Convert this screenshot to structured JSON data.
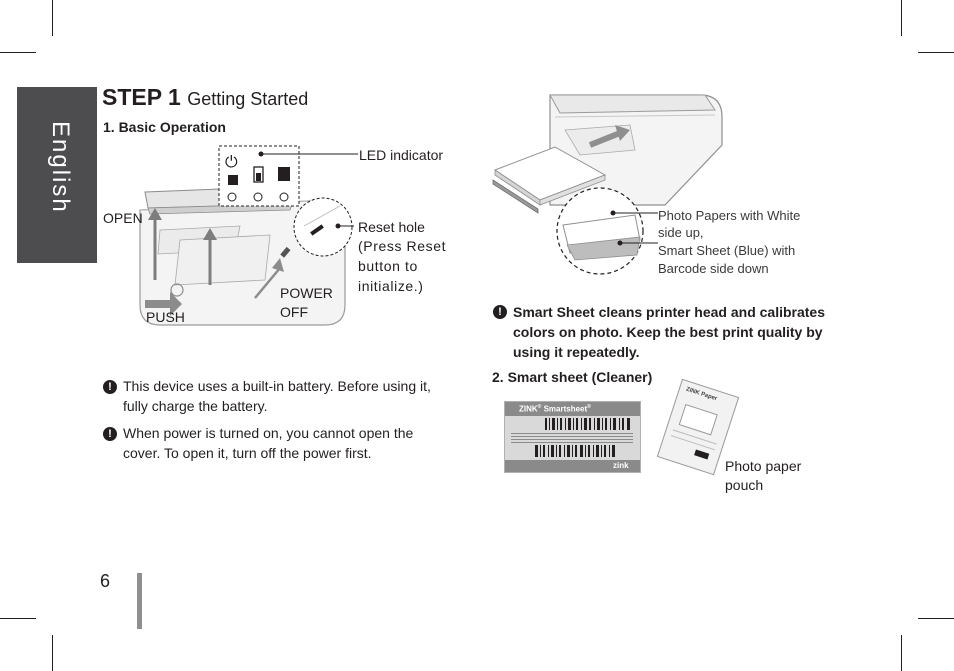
{
  "side_tab": {
    "label": "English"
  },
  "header": {
    "step": "STEP 1",
    "title": "Getting Started"
  },
  "section1": {
    "heading": "1.  Basic Operation"
  },
  "device_labels": {
    "led": "LED indicator",
    "reset_line1": "Reset hole",
    "reset_line2": "(Press Reset",
    "reset_line3": "button to",
    "reset_line4": "initialize.)",
    "open": "OPEN",
    "push": "PUSH",
    "power_line1": "POWER",
    "power_line2": "OFF"
  },
  "notes_left": [
    {
      "line1": "This device uses a built-in battery. Before using it,",
      "line2": "fully charge the battery."
    },
    {
      "line1": "When power is turned on, you cannot open the",
      "line2": "cover. To open it, turn off the power first."
    }
  ],
  "paper_labels": {
    "line1": "Photo Papers with White",
    "line2": "side up,",
    "line3": "Smart Sheet (Blue) with",
    "line4": "Barcode side down"
  },
  "note_right": {
    "line1": "Smart Sheet cleans printer head and calibrates",
    "line2": "colors on photo. Keep the best print quality by",
    "line3": "using it repeatedly."
  },
  "section2": {
    "heading": "2.  Smart sheet (Cleaner)"
  },
  "smartsheet": {
    "brand": "ZINK",
    "name": "Smartsheet",
    "footer_logo": "zink"
  },
  "pouch": {
    "brand": "ZINK Paper",
    "label_line1": "Photo paper",
    "label_line2": "pouch"
  },
  "page_number": "6"
}
